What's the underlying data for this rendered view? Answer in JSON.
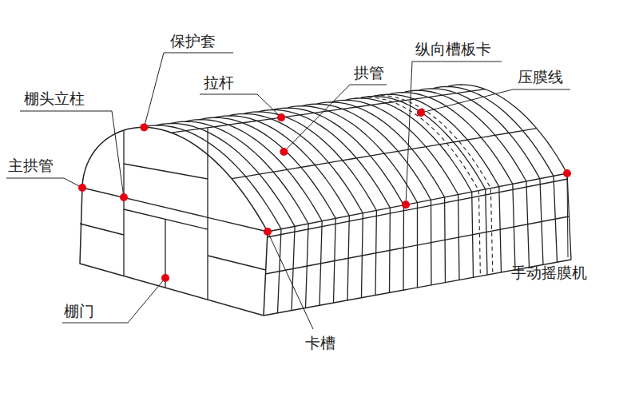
{
  "diagram": {
    "labels": [
      "保护套",
      "纵向槽板卡",
      "拉杆",
      "拱管",
      "压膜线",
      "棚头立柱",
      "主拱管",
      "手动摇膜机",
      "棚门",
      "卡槽"
    ]
  }
}
